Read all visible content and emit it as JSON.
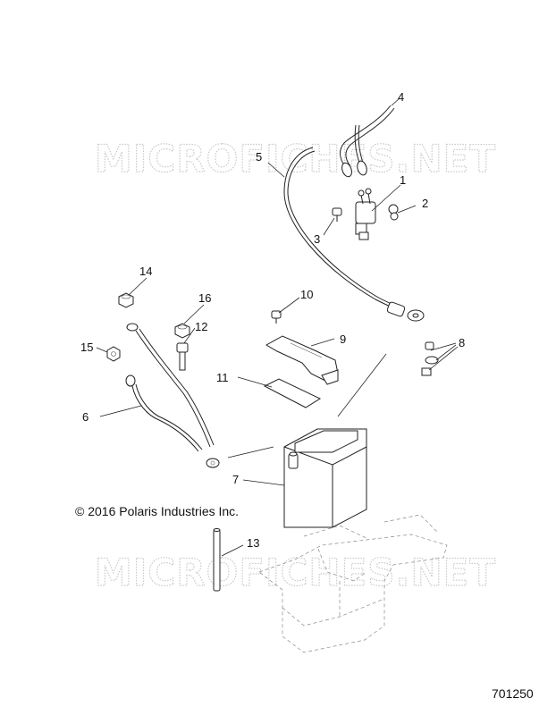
{
  "watermark": {
    "text": "MICROFICHES.NET"
  },
  "copyright": "© 2016 Polaris Industries Inc.",
  "figure_number": "701250",
  "callouts": [
    {
      "id": "1",
      "label": "1"
    },
    {
      "id": "2",
      "label": "2"
    },
    {
      "id": "3",
      "label": "3"
    },
    {
      "id": "4",
      "label": "4"
    },
    {
      "id": "5",
      "label": "5"
    },
    {
      "id": "6",
      "label": "6"
    },
    {
      "id": "7",
      "label": "7"
    },
    {
      "id": "8",
      "label": "8"
    },
    {
      "id": "9",
      "label": "9"
    },
    {
      "id": "10",
      "label": "10"
    },
    {
      "id": "11",
      "label": "11"
    },
    {
      "id": "12",
      "label": "12"
    },
    {
      "id": "13",
      "label": "13"
    },
    {
      "id": "14",
      "label": "14"
    },
    {
      "id": "15",
      "label": "15"
    },
    {
      "id": "16",
      "label": "16"
    }
  ]
}
